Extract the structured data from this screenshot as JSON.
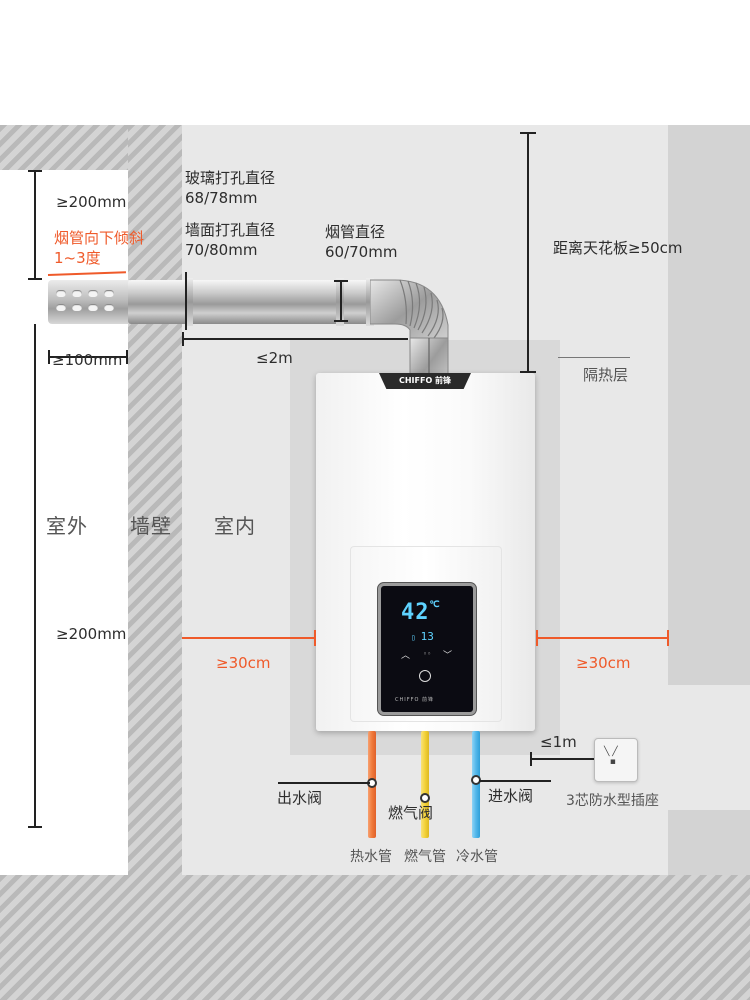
{
  "labels": {
    "outdoor_gap": "≥200mm",
    "flue_slope_line1": "烟管向下倾斜",
    "flue_slope_line2": "1~3度",
    "glass_hole_title": "玻璃打孔直径",
    "glass_hole_value": "68/78mm",
    "wall_hole_title": "墙面打孔直径",
    "wall_hole_value": "70/80mm",
    "flue_diameter_title": "烟管直径",
    "flue_diameter_value": "60/70mm",
    "ceiling_distance": "距离天花板≥50cm",
    "protrude": "≥100mm",
    "flue_length": "≤2m",
    "insulation": "隔热层",
    "outdoor": "室外",
    "wall": "墙壁",
    "indoor": "室内",
    "bottom_clearance": "≥200mm",
    "left_clearance": "≥30cm",
    "right_clearance": "≥30cm",
    "outlet_distance": "≤1m",
    "outlet_valve": "出水阀",
    "gas_valve": "燃气阀",
    "inlet_valve": "进水阀",
    "outlet_type": "3芯防水型插座",
    "hot_pipe": "热水管",
    "gas_pipe": "燃气管",
    "cold_pipe": "冷水管"
  },
  "heater": {
    "brand": "CHIFFO 前锋",
    "temperature": "42",
    "temp_unit": "℃",
    "sub_reading": "13",
    "panel_footer": "CHIFFO 前锋"
  },
  "colors": {
    "hot_pipe": "#f07a3a",
    "gas_pipe": "#f3d23a",
    "cold_pipe": "#52b7ea",
    "accent_orange": "#ef5a2a",
    "display_blue": "#5fd3ff"
  }
}
